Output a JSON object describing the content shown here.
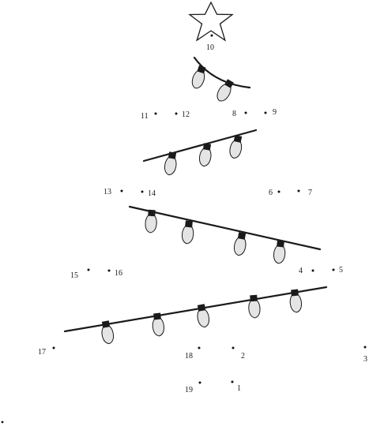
{
  "worksheet": {
    "dots": [
      {
        "id": "dot-1",
        "label": "1"
      },
      {
        "id": "dot-2",
        "label": "2"
      },
      {
        "id": "dot-3",
        "label": "3"
      },
      {
        "id": "dot-4",
        "label": "4"
      },
      {
        "id": "dot-5",
        "label": "5"
      },
      {
        "id": "dot-6",
        "label": "6"
      },
      {
        "id": "dot-7",
        "label": "7"
      },
      {
        "id": "dot-8",
        "label": "8"
      },
      {
        "id": "dot-9",
        "label": "9"
      },
      {
        "id": "dot-10",
        "label": "10"
      },
      {
        "id": "dot-11",
        "label": "11"
      },
      {
        "id": "dot-12",
        "label": "12"
      },
      {
        "id": "dot-13",
        "label": "13"
      },
      {
        "id": "dot-14",
        "label": "14"
      },
      {
        "id": "dot-15",
        "label": "15"
      },
      {
        "id": "dot-16",
        "label": "16"
      },
      {
        "id": "dot-17",
        "label": "17"
      },
      {
        "id": "dot-18",
        "label": "18"
      },
      {
        "id": "dot-19",
        "label": "19"
      }
    ],
    "icons": {
      "star": "star-icon",
      "bulb": "light-bulb-icon"
    },
    "colors": {
      "ink": "#1a1a1a",
      "bulb_fill": "#e4e4e4",
      "background": "#ffffff"
    }
  }
}
